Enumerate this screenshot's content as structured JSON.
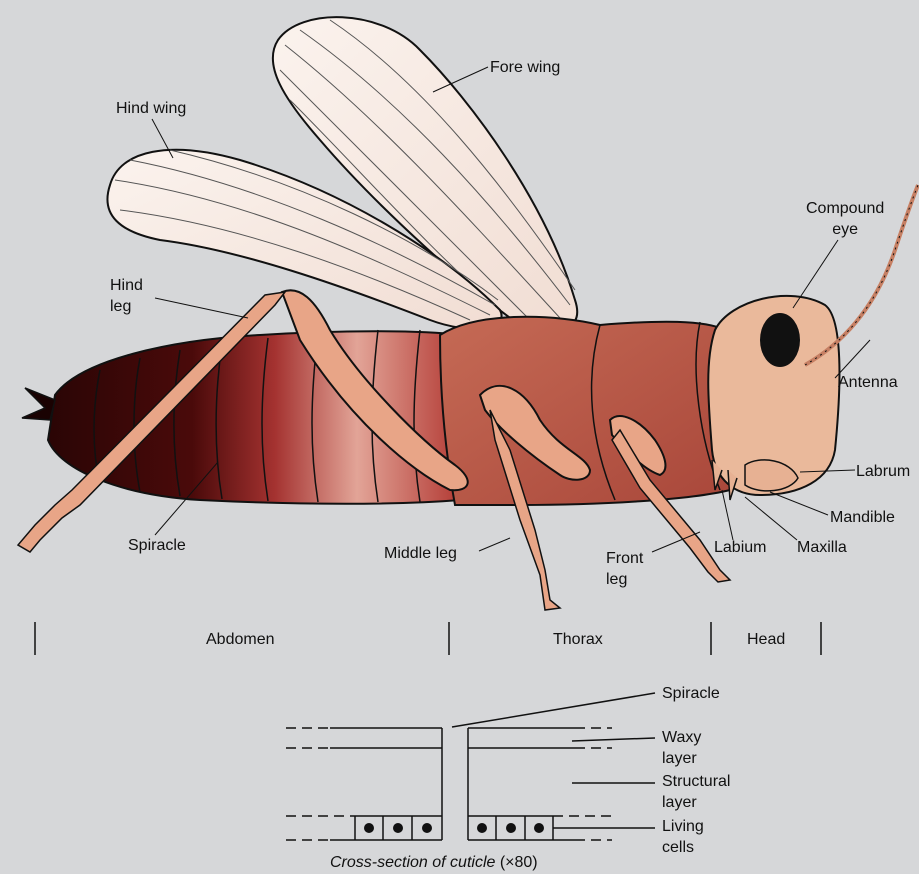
{
  "labels": {
    "fore_wing": "Fore wing",
    "hind_wing": "Hind wing",
    "compound_eye": [
      "Compound",
      "eye"
    ],
    "hind_leg": [
      "Hind",
      "leg"
    ],
    "antenna": "Antenna",
    "labrum": "Labrum",
    "mandible": "Mandible",
    "maxilla": "Maxilla",
    "labium": "Labium",
    "spiracle": "Spiracle",
    "middle_leg": "Middle leg",
    "front_leg": [
      "Front",
      "leg"
    ]
  },
  "body_regions": [
    "Abdomen",
    "Thorax",
    "Head"
  ],
  "cuticle": {
    "spiracle": "Spiracle",
    "waxy_layer": [
      "Waxy",
      "layer"
    ],
    "structural_layer": [
      "Structural",
      "layer"
    ],
    "living_cells": [
      "Living",
      "cells"
    ],
    "caption_italic": "Cross-section of cuticle",
    "caption_plain": " (×80)"
  },
  "colors": {
    "background": "#d6d7d9",
    "wing": "#f7ece6",
    "abdomen_dark": "#3a0808",
    "thorax": "#b85a45",
    "head": "#eab99b",
    "leg": "#e8a587",
    "line": "#111111"
  }
}
